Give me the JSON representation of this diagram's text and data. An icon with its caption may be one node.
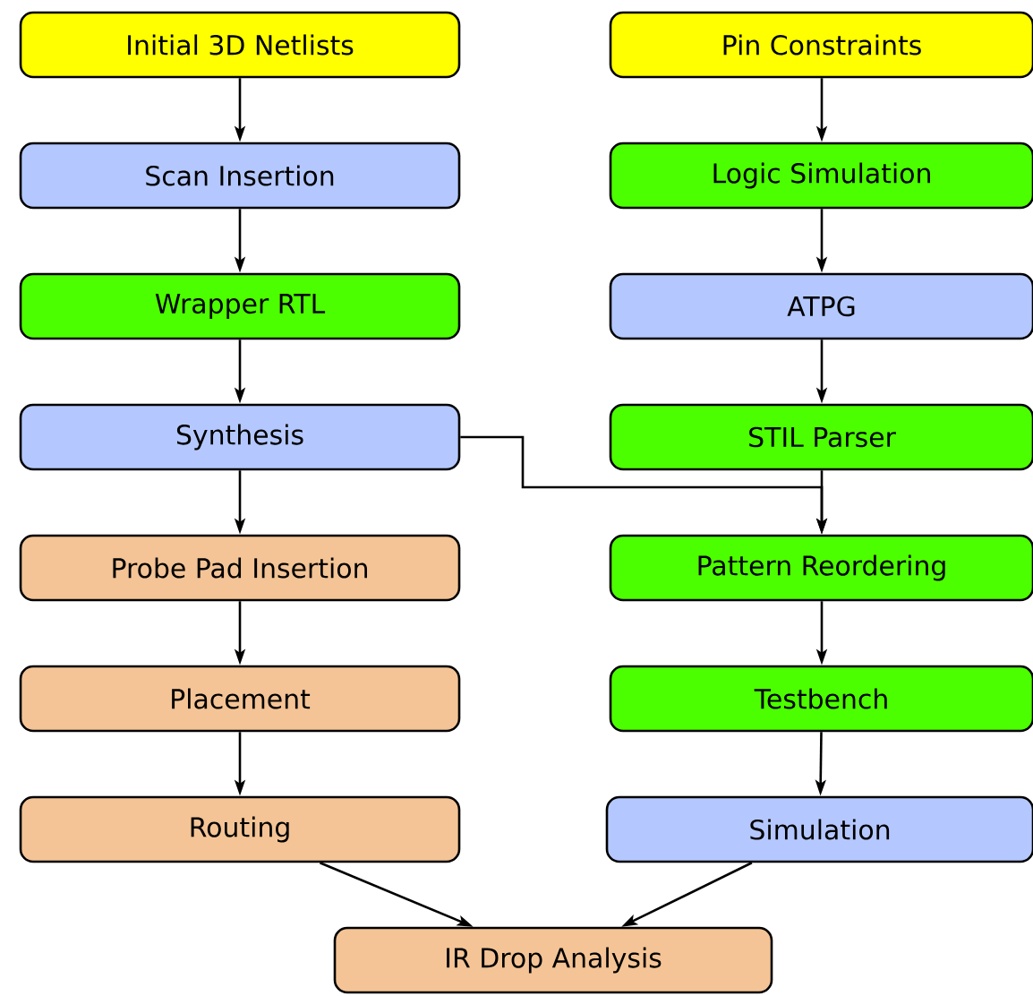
{
  "diagram": {
    "nodes": [
      {
        "text": [
          "Initial 3D Netlists"
        ]
      },
      {
        "text": [
          "Pin Constraints"
        ]
      },
      {
        "text": [
          "Scan Insertion"
        ]
      },
      {
        "text": [
          "Logic Simulation"
        ]
      },
      {
        "text": [
          "Wrapper RTL"
        ]
      },
      {
        "text": [
          "ATPG"
        ]
      },
      {
        "text": [
          "Synthesis"
        ]
      },
      {
        "text": [
          "STIL Parser"
        ]
      },
      {
        "text": [
          "Probe Pad Insertion"
        ]
      },
      {
        "text": [
          "Pattern Reordering"
        ]
      },
      {
        "text": [
          "Placement"
        ]
      },
      {
        "text": [
          "Testbench"
        ]
      },
      {
        "text": [
          "Routing"
        ]
      },
      {
        "text": [
          "Simulation"
        ]
      },
      {
        "text": [
          "IR Drop Analysis"
        ]
      }
    ],
    "edges": [
      {
        "from": 0,
        "to": 2,
        "arrow": "to"
      },
      {
        "from": 2,
        "to": 4,
        "arrow": "to"
      },
      {
        "from": 4,
        "to": 6,
        "arrow": "to"
      },
      {
        "from": 6,
        "to": 8,
        "arrow": "to"
      },
      {
        "from": 8,
        "to": 10,
        "arrow": "to"
      },
      {
        "from": 10,
        "to": 12,
        "arrow": "to"
      },
      {
        "from": 1,
        "to": 3,
        "arrow": "to"
      },
      {
        "from": 3,
        "to": 5,
        "arrow": "to"
      },
      {
        "from": 5,
        "to": 7,
        "arrow": "to"
      },
      {
        "from": 7,
        "to": 9,
        "arrow": "to"
      },
      {
        "from": 9,
        "to": 11,
        "arrow": "to"
      },
      {
        "from": 11,
        "to": 13,
        "arrow": "to"
      },
      {
        "from": 6,
        "to": 9,
        "arrow": "to"
      },
      {
        "from": 12,
        "to": 14,
        "arrow": "to"
      },
      {
        "from": 13,
        "to": 14,
        "arrow": "to"
      }
    ]
  }
}
